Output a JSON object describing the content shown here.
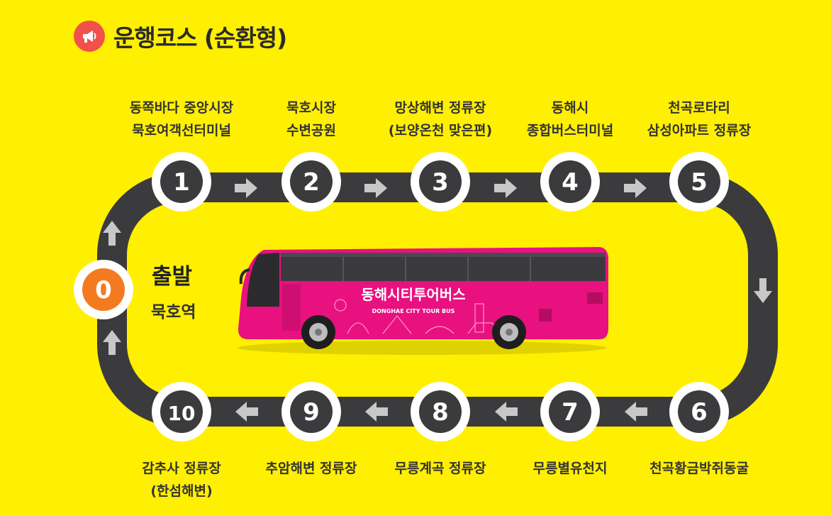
{
  "header": {
    "icon": "megaphone-icon",
    "title": "운행코스 (순환형)"
  },
  "colors": {
    "background": "#FFEF00",
    "road": "#3B3B3D",
    "start_node": "#F47A20",
    "bus_pink": "#E8117F",
    "icon_red": "#F2514B"
  },
  "start": {
    "number": "0",
    "title": "출발",
    "station": "묵호역"
  },
  "stops": [
    {
      "number": "1",
      "lines": [
        "동쪽바다 중앙시장",
        "묵호여객선터미널"
      ]
    },
    {
      "number": "2",
      "lines": [
        "묵호시장",
        "수변공원"
      ]
    },
    {
      "number": "3",
      "lines": [
        "망상해변 정류장",
        "(보양온천 맞은편)"
      ]
    },
    {
      "number": "4",
      "lines": [
        "동해시",
        "종합버스터미널"
      ]
    },
    {
      "number": "5",
      "lines": [
        "천곡로타리",
        "삼성아파트 정류장"
      ]
    },
    {
      "number": "6",
      "lines": [
        "천곡황금박쥐동굴"
      ]
    },
    {
      "number": "7",
      "lines": [
        "무릉별유천지"
      ]
    },
    {
      "number": "8",
      "lines": [
        "무릉계곡 정류장"
      ]
    },
    {
      "number": "9",
      "lines": [
        "추암해변 정류장"
      ]
    },
    {
      "number": "10",
      "lines": [
        "감추사 정류장",
        "(한섬해변)"
      ]
    }
  ],
  "bus": {
    "name": "동해시티투어버스",
    "name_en": "DONGHAE CITY TOUR BUS"
  }
}
